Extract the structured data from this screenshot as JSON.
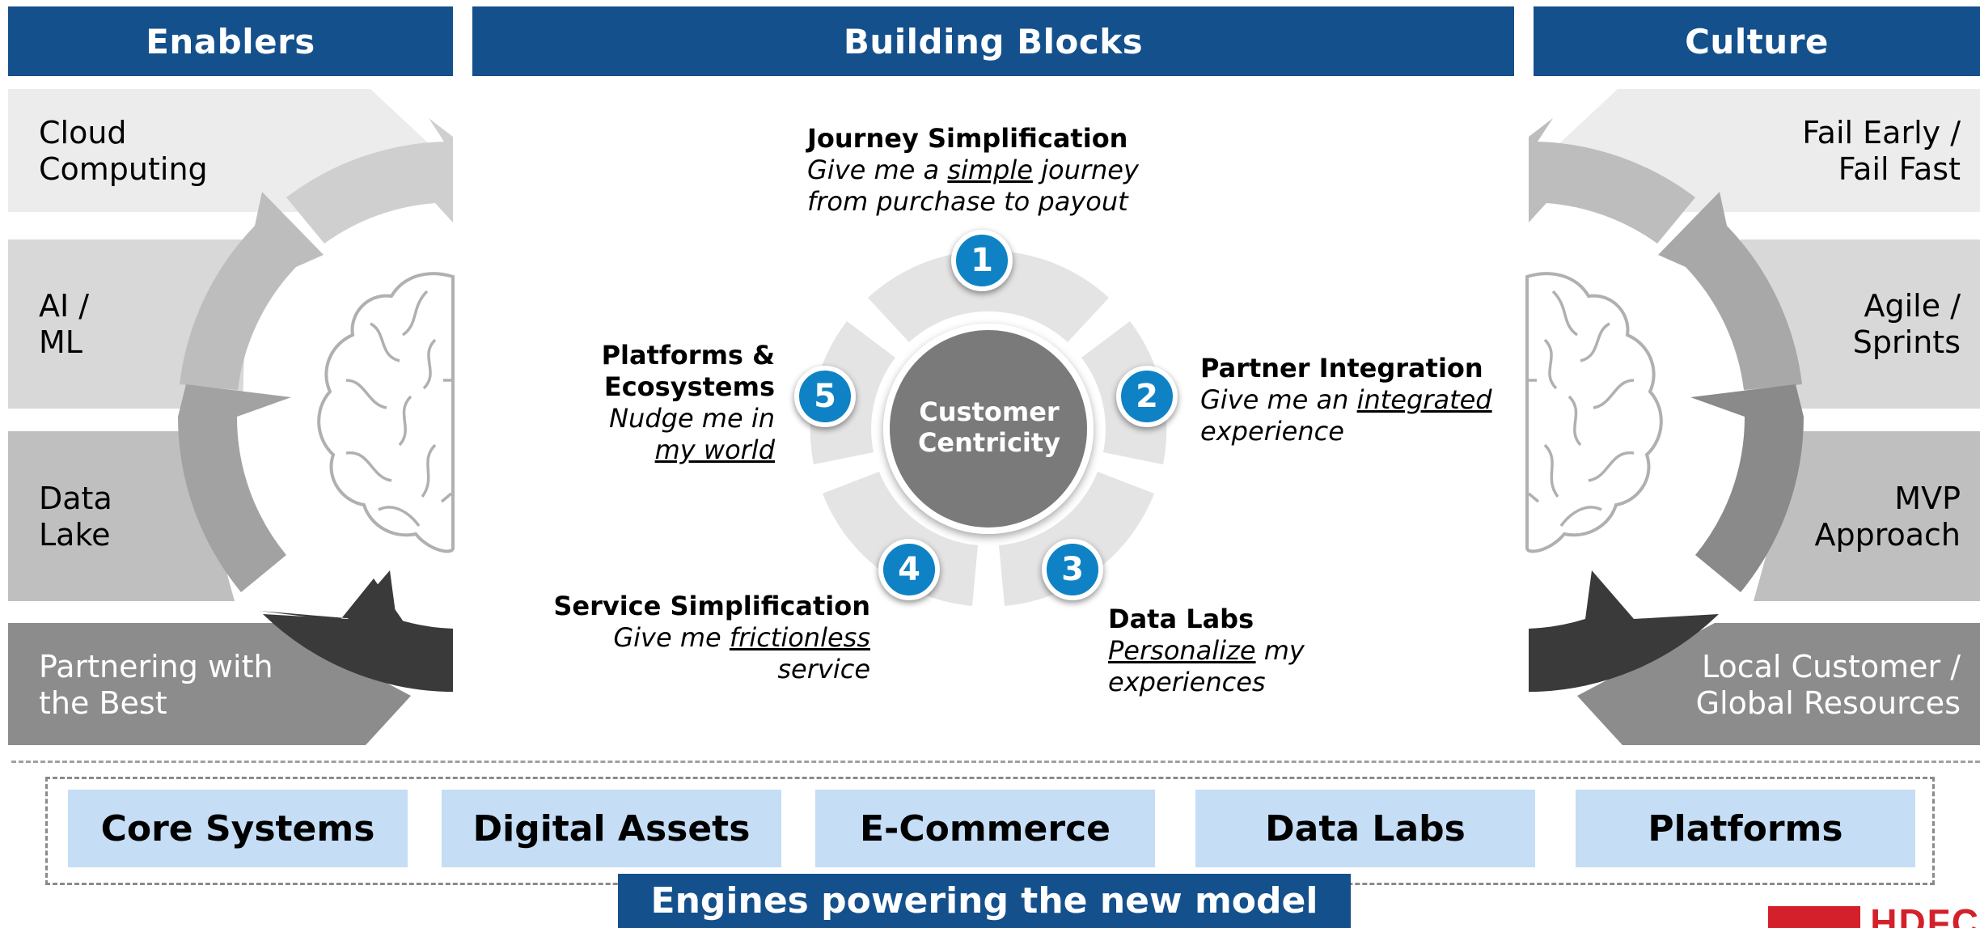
{
  "headers": {
    "enablers": "Enablers",
    "building_blocks": "Building Blocks",
    "culture": "Culture"
  },
  "enablers": [
    {
      "label": "Cloud\nComputing"
    },
    {
      "label": "AI /\nML"
    },
    {
      "label": "Data\nLake"
    },
    {
      "label": "Partnering with\nthe Best"
    }
  ],
  "culture": [
    {
      "label": "Fail Early /\nFail Fast"
    },
    {
      "label": "Agile /\nSprints"
    },
    {
      "label": "MVP\nApproach"
    },
    {
      "label": "Local Customer /\nGlobal Resources"
    }
  ],
  "center": {
    "label": "Customer\nCentricity"
  },
  "blocks": [
    {
      "number": "1",
      "title": "Journey Simplification",
      "sub_pre": "Give me a ",
      "sub_u": "simple",
      "sub_post": " journey\nfrom purchase to payout"
    },
    {
      "number": "2",
      "title": "Partner Integration",
      "sub_pre": "Give me an ",
      "sub_u": "integrated",
      "sub_post": "\nexperience"
    },
    {
      "number": "3",
      "title": "Data Labs",
      "sub_pre": "",
      "sub_u": "Personalize",
      "sub_post": " my\nexperiences"
    },
    {
      "number": "4",
      "title": "Service Simplification",
      "sub_pre": "Give me ",
      "sub_u": "frictionless",
      "sub_post": "\nservice"
    },
    {
      "number": "5",
      "title": "Platforms &\nEcosystems",
      "sub_pre": "Nudge me in\n",
      "sub_u": "my world",
      "sub_post": ""
    }
  ],
  "engines": {
    "items": [
      "Core Systems",
      "Digital Assets",
      "E-Commerce",
      "Data Labs",
      "Platforms"
    ],
    "footer": "Engines powering the new model"
  },
  "logo": {
    "text": "HDFC"
  },
  "colors": {
    "header_blue": "#14508c",
    "badge_blue": "#0e82c4",
    "engine_fill": "#c5ddf5",
    "logo_red": "#d4202a"
  },
  "icons": {
    "brain_left": "brain-icon",
    "brain_right": "brain-icon"
  }
}
